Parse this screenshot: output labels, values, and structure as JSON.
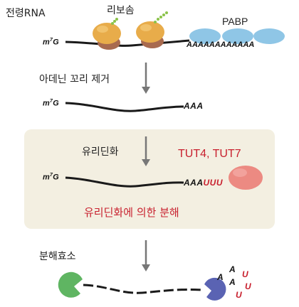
{
  "labels": {
    "mrna": "전령RNA",
    "ribosome": "리보솜",
    "pabp": "PABP",
    "deadenylation": "아데닌 꼬리 제거",
    "uridylation": "유리딘화",
    "tut": "TUT4, TUT7",
    "uridylation_decay": "유리딘화에 의한 분해",
    "nuclease": "분해효소"
  },
  "cap": {
    "m": "m",
    "sup": "7",
    "g": "G"
  },
  "poly_a": {
    "long": "AAAAAAAAAAAA",
    "short": "AAA",
    "u_tail": "UUU"
  },
  "released": [
    "A",
    "A",
    "A",
    "U",
    "U",
    "U"
  ],
  "colors": {
    "ribosome_small": "#a86a4f",
    "ribosome_large": "#e8ac4a",
    "pabp": "#8fc6e6",
    "tut": "#ec8a82",
    "nuclease_green": "#5fb562",
    "nuclease_blue": "#5a63b3",
    "panel_bg": "#f3efe1",
    "arrow": "#777777",
    "accent_red": "#c8202e"
  }
}
